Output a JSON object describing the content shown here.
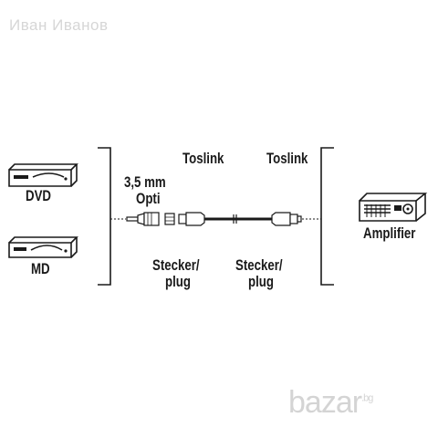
{
  "watermark": {
    "owner": "Иван Иванов",
    "site": "bazar",
    "site_tld": ".bg"
  },
  "devices": {
    "source_1": {
      "label": "DVD",
      "icon": "dvd-player-icon"
    },
    "source_2": {
      "label": "MD",
      "icon": "minidisc-player-icon"
    },
    "target": {
      "label": "Amplifier",
      "icon": "amplifier-icon"
    }
  },
  "connectors": {
    "left_plug_type": [
      "3,5 mm",
      "Opti"
    ],
    "left_plug_kind": [
      "Stecker/",
      "plug"
    ],
    "middle_label": "Toslink",
    "right_label": "Toslink",
    "right_plug_kind": [
      "Stecker/",
      "plug"
    ]
  },
  "colors": {
    "line": "#1a1a1a",
    "watermark": "#d4d4d4"
  }
}
